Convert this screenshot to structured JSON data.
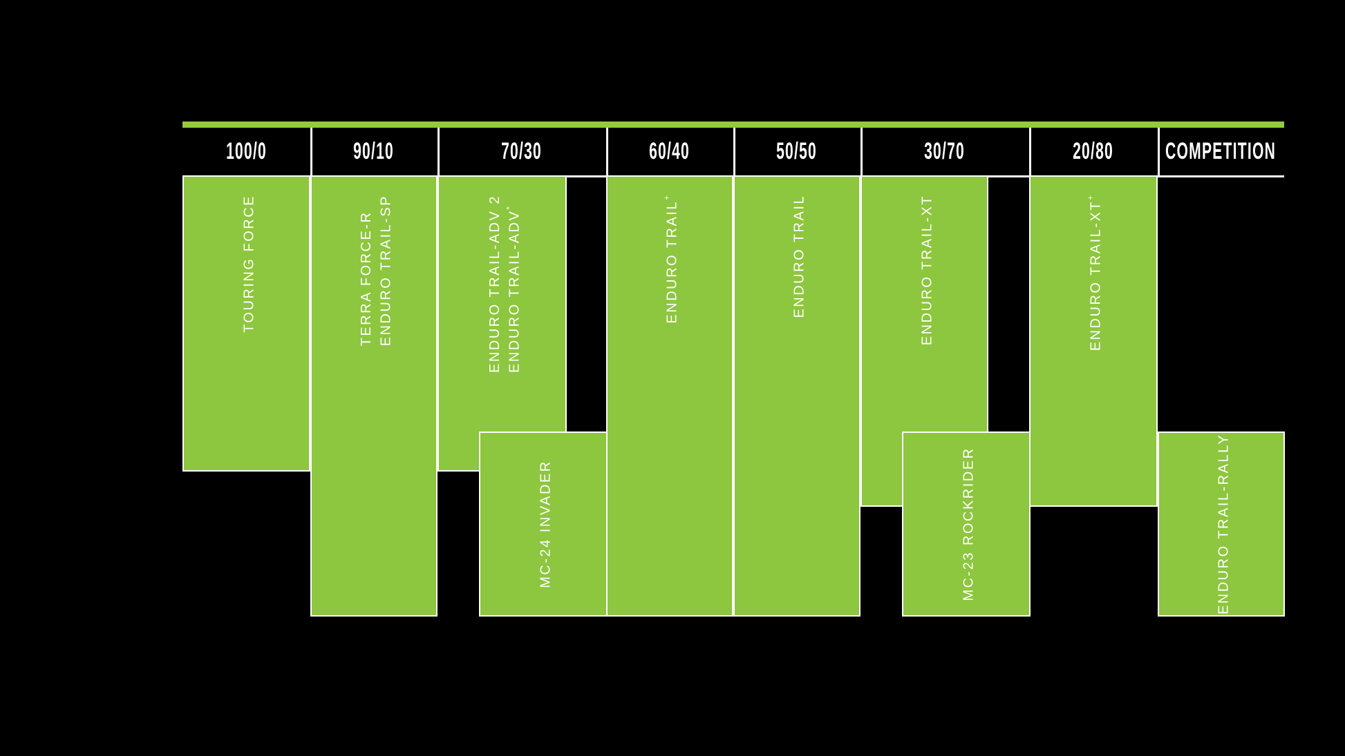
{
  "colors": {
    "background": "#000000",
    "bar_green": "#8dc63f",
    "accent_green": "#92cb3e",
    "divider_white": "#ffffff",
    "text_white": "#ffffff"
  },
  "header": {
    "labels": [
      "100/0",
      "90/10",
      "70/30",
      "60/40",
      "50/50",
      "30/70",
      "20/80",
      "COMPETITION"
    ]
  },
  "bars": [
    {
      "id": "touring-force",
      "lines": [
        {
          "text": "TOURING FORCE",
          "sup": ""
        }
      ]
    },
    {
      "id": "terra-force-r",
      "lines": [
        {
          "text": "TERRA FORCE-R",
          "sup": ""
        },
        {
          "text": "ENDURO TRAIL-SP",
          "sup": ""
        }
      ]
    },
    {
      "id": "enduro-trail-adv",
      "lines": [
        {
          "text": "ENDURO TRAIL-ADV 2",
          "sup": ""
        },
        {
          "text": "ENDURO TRAIL-ADV",
          "sup": "*"
        }
      ]
    },
    {
      "id": "mc-24-invader",
      "lines": [
        {
          "text": "MC-24 INVADER",
          "sup": ""
        }
      ]
    },
    {
      "id": "enduro-trail-plus",
      "lines": [
        {
          "text": "ENDURO TRAIL",
          "sup": "+"
        }
      ]
    },
    {
      "id": "enduro-trail",
      "lines": [
        {
          "text": "ENDURO TRAIL",
          "sup": ""
        }
      ]
    },
    {
      "id": "enduro-trail-xt",
      "lines": [
        {
          "text": "ENDURO TRAIL-XT",
          "sup": ""
        }
      ]
    },
    {
      "id": "mc-23-rockrider",
      "lines": [
        {
          "text": "MC-23 ROCKRIDER",
          "sup": ""
        }
      ]
    },
    {
      "id": "enduro-trail-xt-plus",
      "lines": [
        {
          "text": "ENDURO TRAIL-XT",
          "sup": "+"
        }
      ]
    },
    {
      "id": "enduro-trail-rally",
      "lines": [
        {
          "text": "ENDURO TRAIL-RALLY",
          "sup": ""
        }
      ]
    }
  ],
  "chart_data": {
    "type": "table",
    "categories": [
      "100/0",
      "90/10",
      "70/30",
      "60/40",
      "50/50",
      "30/70",
      "20/80",
      "COMPETITION"
    ],
    "rows": [
      {
        "product": "TOURING FORCE",
        "category": "100/0",
        "zone": "top",
        "relative_length": 0.67
      },
      {
        "product": "TERRA FORCE-R / ENDURO TRAIL-SP",
        "category": "90/10",
        "zone": "full",
        "relative_length": 1.0
      },
      {
        "product": "ENDURO TRAIL-ADV 2 / ENDURO TRAIL-ADV*",
        "category": "70/30",
        "zone": "top",
        "relative_length": 0.67
      },
      {
        "product": "MC-24 INVADER",
        "category": "70/30",
        "zone": "bottom",
        "relative_length": 0.42
      },
      {
        "product": "ENDURO TRAIL+",
        "category": "60/40",
        "zone": "full",
        "relative_length": 1.0
      },
      {
        "product": "ENDURO TRAIL",
        "category": "50/50",
        "zone": "full",
        "relative_length": 1.0
      },
      {
        "product": "ENDURO TRAIL-XT",
        "category": "30/70",
        "zone": "top",
        "relative_length": 0.75
      },
      {
        "product": "MC-23 ROCKRIDER",
        "category": "30/70",
        "zone": "bottom",
        "relative_length": 0.42
      },
      {
        "product": "ENDURO TRAIL-XT+",
        "category": "20/80",
        "zone": "top",
        "relative_length": 0.75
      },
      {
        "product": "ENDURO TRAIL-RALLY",
        "category": "COMPETITION",
        "zone": "bottom",
        "relative_length": 0.42
      }
    ],
    "legend_position": "none",
    "grid": false
  }
}
